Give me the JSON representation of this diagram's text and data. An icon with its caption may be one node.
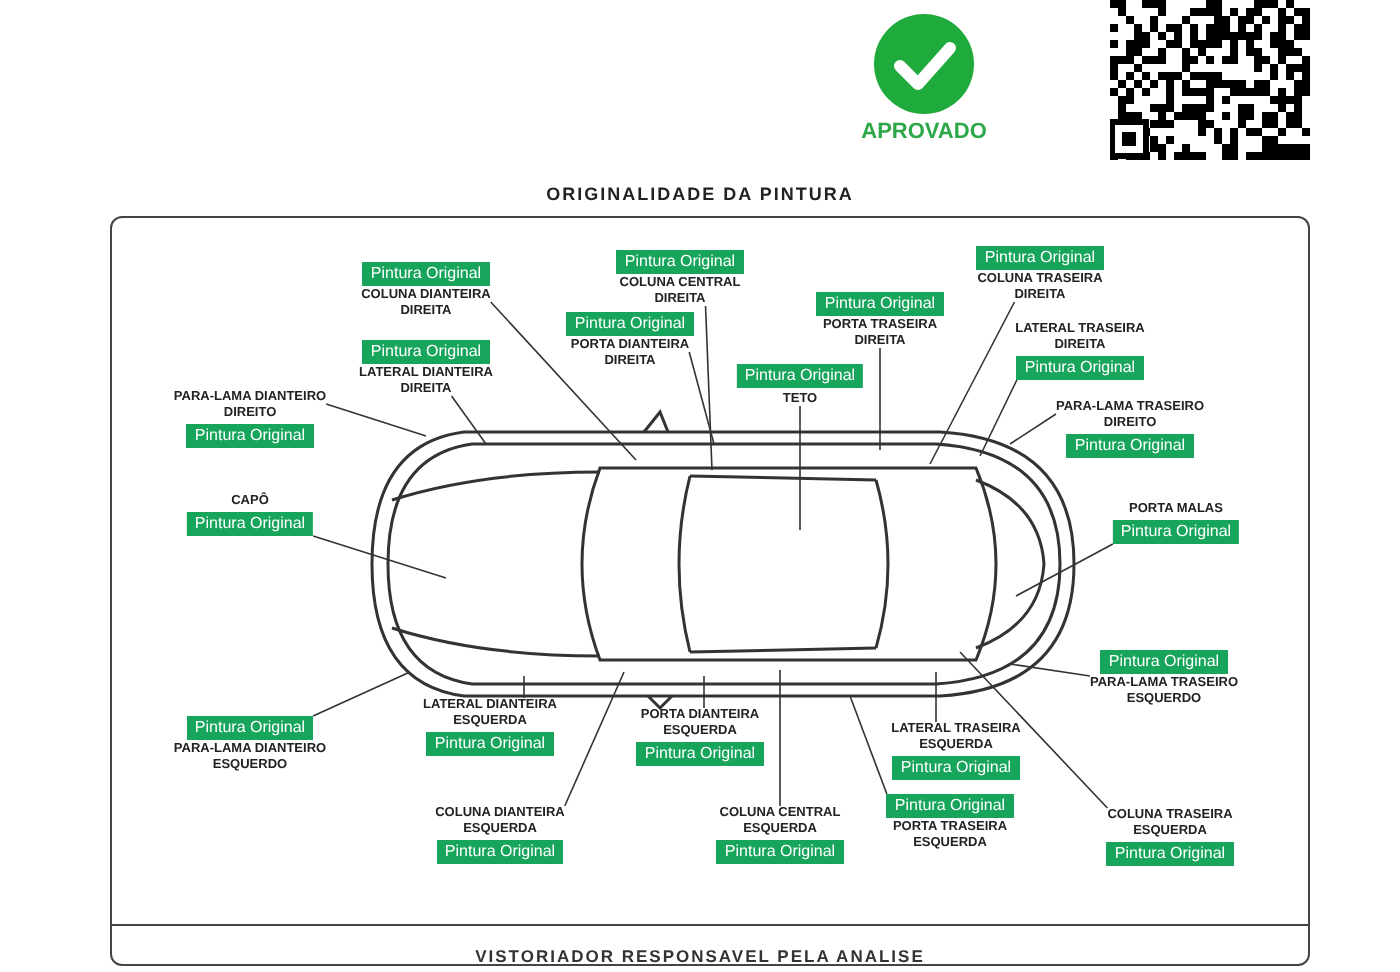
{
  "diagram": {
    "title": "ORIGINALIDADE DA PINTURA",
    "nodes": [
      {
        "text": [
          "Pintura Original",
          "COLUNA DIANTEIRA DIREITA"
        ]
      },
      {
        "text": [
          "Pintura Original",
          "LATERAL DIANTEIRA DIREITA"
        ]
      },
      {
        "text": [
          "PARA-LAMA DIANTEIRO DIREITO",
          "Pintura Original"
        ]
      },
      {
        "text": [
          "CAPÔ",
          "Pintura Original"
        ]
      },
      {
        "text": [
          "Pintura Original",
          "COLUNA CENTRAL DIREITA"
        ]
      },
      {
        "text": [
          "Pintura Original",
          "PORTA DIANTEIRA DIREITA"
        ]
      },
      {
        "text": [
          "Pintura Original",
          "TETO"
        ]
      },
      {
        "text": [
          "Pintura Original",
          "PORTA TRASEIRA DIREITA"
        ]
      },
      {
        "text": [
          "Pintura Original",
          "COLUNA TRASEIRA DIREITA"
        ]
      },
      {
        "text": [
          "LATERAL TRASEIRA DIREITA",
          "Pintura Original"
        ]
      },
      {
        "text": [
          "PARA-LAMA TRASEIRO DIREITO",
          "Pintura Original"
        ]
      },
      {
        "text": [
          "PORTA MALAS",
          "Pintura Original"
        ]
      },
      {
        "text": [
          "Pintura Original",
          "PARA-LAMA DIANTEIRO ESQUERDO"
        ]
      },
      {
        "text": [
          "LATERAL DIANTEIRA ESQUERDA",
          "Pintura Original"
        ]
      },
      {
        "text": [
          "COLUNA DIANTEIRA ESQUERDA",
          "Pintura Original"
        ]
      },
      {
        "text": [
          "PORTA DIANTEIRA ESQUERDA",
          "Pintura Original"
        ]
      },
      {
        "text": [
          "COLUNA CENTRAL ESQUERDA",
          "Pintura Original"
        ]
      },
      {
        "text": [
          "LATERAL TRASEIRA ESQUERDA",
          "Pintura Original"
        ]
      },
      {
        "text": [
          "Pintura Original",
          "PORTA TRASEIRA ESQUERDA"
        ]
      },
      {
        "text": [
          "Pintura Original",
          "PARA-LAMA TRASEIRO ESQUERDO"
        ]
      },
      {
        "text": [
          "COLUNA TRASEIRA ESQUERDA",
          "Pintura Original"
        ]
      }
    ],
    "edges": [
      {
        "from": 0,
        "to": null,
        "arrow": "none"
      },
      {
        "from": 1,
        "to": null,
        "arrow": "none"
      },
      {
        "from": 2,
        "to": null,
        "arrow": "none"
      },
      {
        "from": 3,
        "to": null,
        "arrow": "none"
      },
      {
        "from": 4,
        "to": null,
        "arrow": "none"
      },
      {
        "from": 5,
        "to": null,
        "arrow": "none"
      },
      {
        "from": 6,
        "to": null,
        "arrow": "none"
      },
      {
        "from": 7,
        "to": null,
        "arrow": "none"
      },
      {
        "from": 8,
        "to": null,
        "arrow": "none"
      },
      {
        "from": 9,
        "to": null,
        "arrow": "none"
      },
      {
        "from": 10,
        "to": null,
        "arrow": "none"
      },
      {
        "from": 11,
        "to": null,
        "arrow": "none"
      },
      {
        "from": 12,
        "to": null,
        "arrow": "none"
      },
      {
        "from": 13,
        "to": null,
        "arrow": "none"
      },
      {
        "from": 14,
        "to": null,
        "arrow": "none"
      },
      {
        "from": 15,
        "to": null,
        "arrow": "none"
      },
      {
        "from": 16,
        "to": null,
        "arrow": "none"
      },
      {
        "from": 17,
        "to": null,
        "arrow": "none"
      },
      {
        "from": 18,
        "to": null,
        "arrow": "none"
      },
      {
        "from": 19,
        "to": null,
        "arrow": "none"
      },
      {
        "from": 20,
        "to": null,
        "arrow": "none"
      }
    ],
    "labels": [
      "APROVADO",
      "VISTORIADOR RESPONSAVEL PELA ANALISE"
    ]
  }
}
